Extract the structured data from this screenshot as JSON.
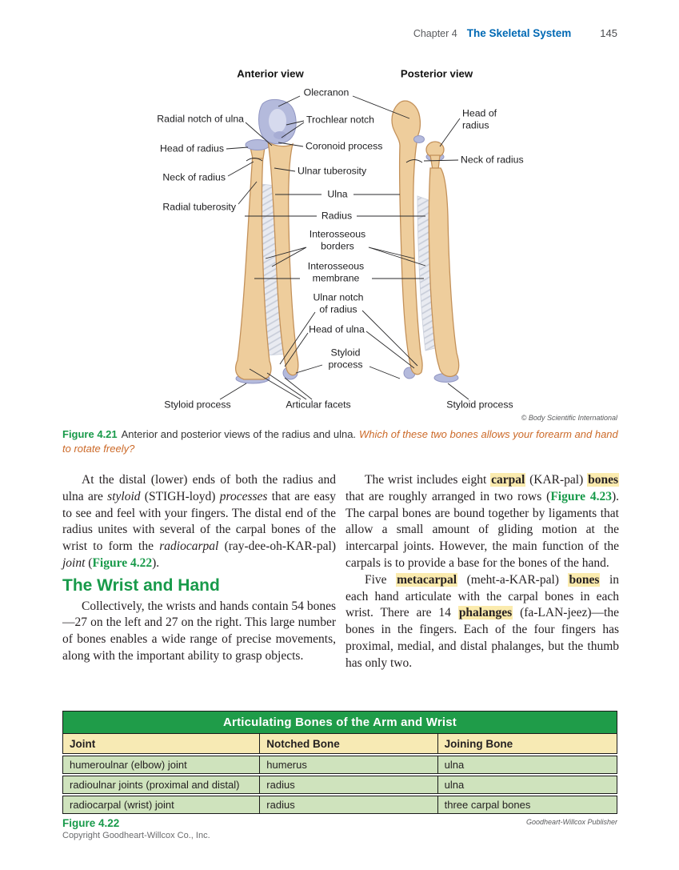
{
  "header": {
    "chapter": "Chapter 4",
    "book_title": "The Skeletal System",
    "page_number": "145"
  },
  "colors": {
    "accent_blue": "#0069b4",
    "accent_green": "#189a4a",
    "caption_orange": "#cc6a29",
    "highlight_yellow": "#fbebae",
    "table_title_bg": "#1f9c49",
    "table_header_bg": "#f7eab4",
    "table_row_bg": "#cfe3bd",
    "bone_tan": "#eecd9c",
    "cartilage_lavender": "#b4badc"
  },
  "figure": {
    "views": {
      "anterior": "Anterior view",
      "posterior": "Posterior view"
    },
    "labels": {
      "olecranon": "Olecranon",
      "radial_notch_of_ulna": "Radial notch of ulna",
      "trochlear_notch": "Trochlear notch",
      "head_of_radius": "Head of radius",
      "coronoid_process": "Coronoid process",
      "neck_of_radius": "Neck of radius",
      "ulnar_tuberosity": "Ulnar tuberosity",
      "radial_tuberosity": "Radial tuberosity",
      "ulna": "Ulna",
      "radius": "Radius",
      "interosseous_borders_l1": "Interosseous",
      "interosseous_borders_l2": "borders",
      "interosseous_membrane_l1": "Interosseous",
      "interosseous_membrane_l2": "membrane",
      "ulnar_notch_l1": "Ulnar notch",
      "ulnar_notch_l2": "of radius",
      "head_of_ulna": "Head of ulna",
      "styloid_l1": "Styloid",
      "styloid_l2": "process",
      "styloid_process_left": "Styloid process",
      "articular_facets": "Articular facets",
      "styloid_process_right": "Styloid process",
      "head_of_radius_post_l1": "Head of",
      "head_of_radius_post_l2": "radius",
      "neck_of_radius_post": "Neck of radius"
    },
    "credit": "© Body Scientific International",
    "caption_label": "Figure 4.21",
    "caption_text": "Anterior and posterior views of the radius and ulna.",
    "caption_question": "Which of these two bones allows your forearm and hand to rotate freely?"
  },
  "body": {
    "left": {
      "para1_runs": [
        {
          "t": "At the distal (lower) ends of both the radius and ulna are ",
          "s": "normal"
        },
        {
          "t": "styloid",
          "s": "italic"
        },
        {
          "t": " (STIGH-loyd) ",
          "s": "normal"
        },
        {
          "t": "processes",
          "s": "italic"
        },
        {
          "t": " that are easy to see and feel with your fingers. The distal end of the radius unites with several of the carpal bones of the wrist to form the ",
          "s": "normal"
        },
        {
          "t": "radiocarpal",
          "s": "italic"
        },
        {
          "t": " (ray-dee-oh-KAR-pal) ",
          "s": "normal"
        },
        {
          "t": "joint",
          "s": "italic"
        },
        {
          "t": " (",
          "s": "normal"
        },
        {
          "t": "Figure 4.22",
          "s": "figref"
        },
        {
          "t": ").",
          "s": "normal"
        }
      ],
      "heading": "The Wrist and Hand",
      "para2_runs": [
        {
          "t": "Collectively, the wrists and hands contain 54 bones—27 on the left and 27 on the right. This large number of bones enables a wide range of precise movements, along with the important ability to grasp objects.",
          "s": "normal"
        }
      ]
    },
    "right": {
      "para1_runs": [
        {
          "t": "The wrist includes eight ",
          "s": "normal"
        },
        {
          "t": "carpal",
          "s": "term"
        },
        {
          "t": " (KAR-pal) ",
          "s": "normal"
        },
        {
          "t": "bones",
          "s": "term"
        },
        {
          "t": " that are roughly arranged in two rows (",
          "s": "normal"
        },
        {
          "t": "Figure 4.23",
          "s": "figref"
        },
        {
          "t": "). The carpal bones are bound together by ligaments that allow a small amount of gliding motion at the intercarpal joints. However, the main function of the carpals is to provide a base for the bones of the hand.",
          "s": "normal"
        }
      ],
      "para2_runs": [
        {
          "t": "Five ",
          "s": "normal"
        },
        {
          "t": "metacarpal",
          "s": "term"
        },
        {
          "t": " (meht-a-KAR-pal) ",
          "s": "normal"
        },
        {
          "t": "bones",
          "s": "term"
        },
        {
          "t": " in each hand articulate with the carpal bones in each wrist. There are 14 ",
          "s": "normal"
        },
        {
          "t": "phalanges",
          "s": "term"
        },
        {
          "t": " (fa-LAN-jeez)—the bones in the fingers. Each of the four fingers has proximal, medial, and distal phalanges, but the thumb has only two.",
          "s": "normal"
        }
      ]
    }
  },
  "table": {
    "title": "Articulating Bones of the Arm and Wrist",
    "columns": [
      "Joint",
      "Notched Bone",
      "Joining Bone"
    ],
    "rows": [
      [
        "humeroulnar (elbow) joint",
        "humerus",
        "ulna"
      ],
      [
        "radioulnar joints (proximal and distal)",
        "radius",
        "ulna"
      ],
      [
        "radiocarpal (wrist) joint",
        "radius",
        "three carpal bones"
      ]
    ],
    "figure_label": "Figure 4.22",
    "publisher": "Goodheart-Willcox Publisher"
  },
  "footer": {
    "copyright": "Copyright Goodheart-Willcox Co., Inc."
  }
}
